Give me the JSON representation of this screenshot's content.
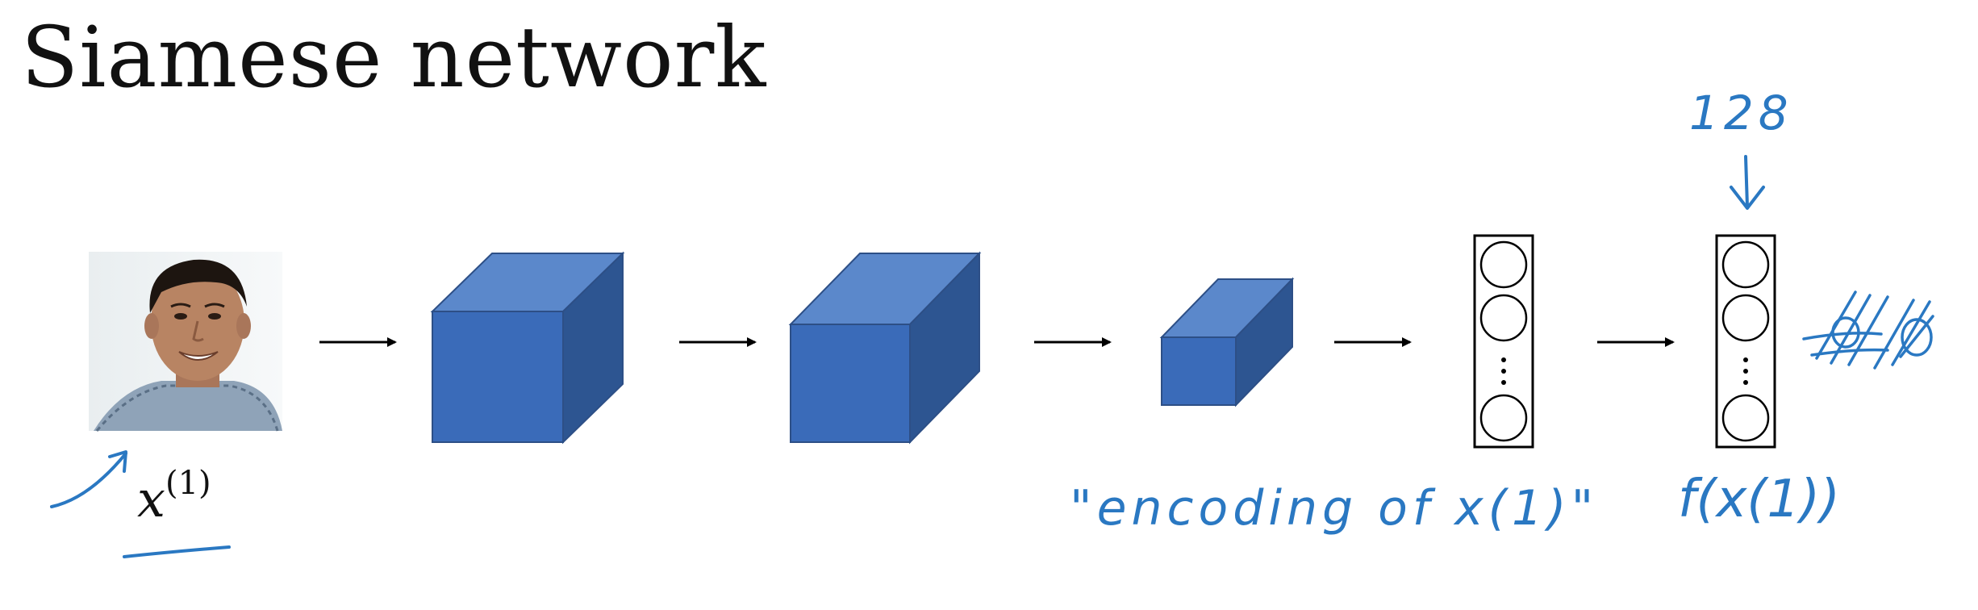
{
  "slide": {
    "title": "Siamese network"
  },
  "labels": {
    "input_var": "x",
    "input_superscript": "(1)",
    "encoding_note": "\"encoding of x(1)\"",
    "vector_size": "128",
    "f_of_x": "f(x(1))"
  },
  "colors": {
    "cube_front": "#3a6bb9",
    "cube_top": "#5b88cb",
    "cube_side": "#2d5591",
    "handwriting": "#2a78c2"
  },
  "icons": {
    "input_image": "face-photo",
    "vector": "column-vector-icon"
  }
}
